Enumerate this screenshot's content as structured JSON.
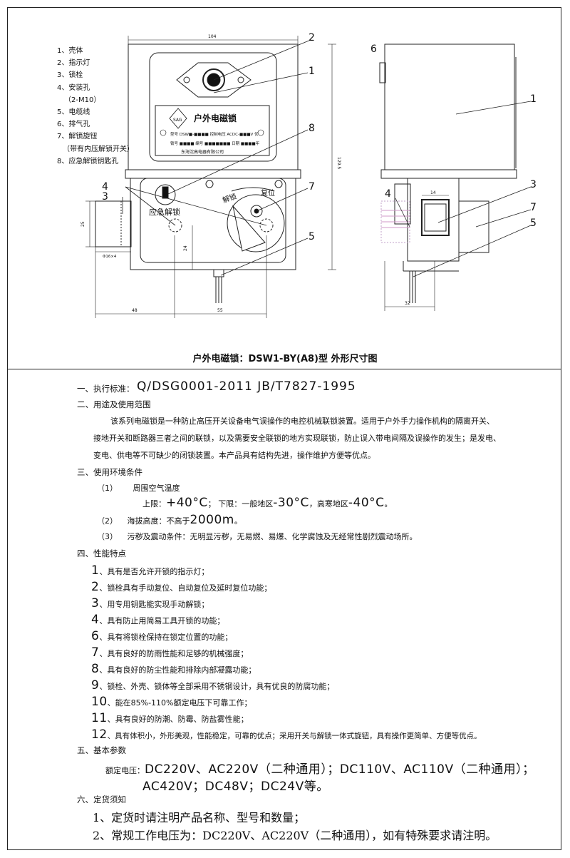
{
  "legend": [
    "1、壳体",
    "2、指示灯",
    "3、锁栓",
    "4、安装孔",
    "（2-M10）",
    "5、电缆线",
    "6、排气孔",
    "7、解锁旋钮",
    "（带有内压解锁开关）",
    "8、应急解锁钥匙孔"
  ],
  "drawing": {
    "plate_title": "户外电磁锁",
    "logo": "SAG",
    "plate_line1": "型号 DSW■-■■■■  控制电压 ACDC-■■■V 伏",
    "plate_line2": "锁号 ■■■■ 编号 ■■■■■■■  日期 ■■■■年",
    "plate_company": "东海沈高电器有限公司",
    "emergency_label": "应急解锁",
    "unlock_label": "解锁",
    "reset_label": "复位",
    "dims": {
      "top_width": "104",
      "height": "129.5",
      "bottom_48": "48",
      "bottom_55": "55",
      "vertical_24": "24",
      "side_25": "25",
      "bolt_dim": "Φ16×4",
      "side_14": "14",
      "side_32": "32"
    },
    "callouts": {
      "c1a": "1",
      "c2": "2",
      "c8": "8",
      "c4a": "4",
      "c3a": "3",
      "c7a": "7",
      "c5a": "5",
      "c6": "6",
      "c1b": "1",
      "c4b": "4",
      "c3b": "3",
      "c7b": "7",
      "c5b": "5"
    }
  },
  "caption": "户外电磁锁：DSW1-BY(A8)型 外形尺寸图",
  "spec": {
    "s1_title": "一、执行标准：",
    "s1_std": "Q/DSG0001-2011    JB/T7827-1995",
    "s2_title": "二、用途及使用范围",
    "s2_p1": "该系列电磁锁是一种防止高压开关设备电气误操作的电控机械联锁装置。适用于户外手力操作机构的隔离开关、",
    "s2_p2": "接地开关和断路器三者之间的联锁，以及需要安全联锁的地方实现联锁，防止误入带电间隔及误操作的发生；是发电、",
    "s2_p3": "变电、供电等不可缺少的闭锁装置。本产品具有结构先进，操作维护方便等优点。",
    "s3_title": "三、使用环境条件",
    "s3_1_label": "（1）",
    "s3_1_text": "周围空气温度",
    "s3_1_upper_pre": "上限：",
    "s3_1_upper_val": "+40°C",
    "s3_1_lower_pre": "；  下限：一般地区",
    "s3_1_lower_val": "-30°C",
    "s3_1_cold_pre": "，高寒地区",
    "s3_1_cold_val": "-40°C",
    "s3_1_end": "。",
    "s3_2_label": "（2）",
    "s3_2_pre": "海拔高度：不高于",
    "s3_2_val": "2000m",
    "s3_2_end": "。",
    "s3_3_label": "（3）",
    "s3_3_text": "污秽及震动条件：无明显污秽，无易燃、易爆、化学腐蚀及无经常性剧烈震动场所。",
    "s4_title": "四、性能特点",
    "features": [
      {
        "n": "1",
        "t": "、具有是否允许开锁的指示灯；"
      },
      {
        "n": "2",
        "t": "、锁栓具有手动复位、自动复位及延时复位功能；"
      },
      {
        "n": "3",
        "t": "、用专用钥匙能实现手动解锁；"
      },
      {
        "n": "4",
        "t": "、具有防止用简易工具开锁的功能；"
      },
      {
        "n": "6",
        "t": "、具有将锁栓保持在锁定位置的功能；"
      },
      {
        "n": "7",
        "t": "、具有良好的防雨性能和足够的机械强度；"
      },
      {
        "n": "8",
        "t": "、具有良好的防尘性能和排除内部凝露功能；"
      },
      {
        "n": "9",
        "t": "、锁栓、外壳、锁体等全部采用不锈钢设计，具有优良的防腐功能；"
      },
      {
        "n": "10",
        "t": "、能在85%-110%额定电压下可靠工作；"
      },
      {
        "n": "11",
        "t": "、具有良好的防潮、防霉、防盐雾性能；"
      },
      {
        "n": "12",
        "t": "、具有体积小，外形美观，性能稳定，可靠的优点；采用开关与解锁一体式旋钮，具有操作更简单、方便等优点。"
      }
    ],
    "s5_title": "五、基本参数",
    "s5_label": "额定电压：",
    "s5_line1": "DC220V、AC220V（二种通用）；DC110V、AC110V（二种通用）；",
    "s5_line2": "AC420V；DC48V；DC24V等。",
    "s6_title": "六、定货须知",
    "s6_1": "1、定货时请注明产品名称、型号和数量；",
    "s6_2": "2、常规工作电压为：DC220V、AC220V（二种通用），如有特殊要求请注明。"
  }
}
